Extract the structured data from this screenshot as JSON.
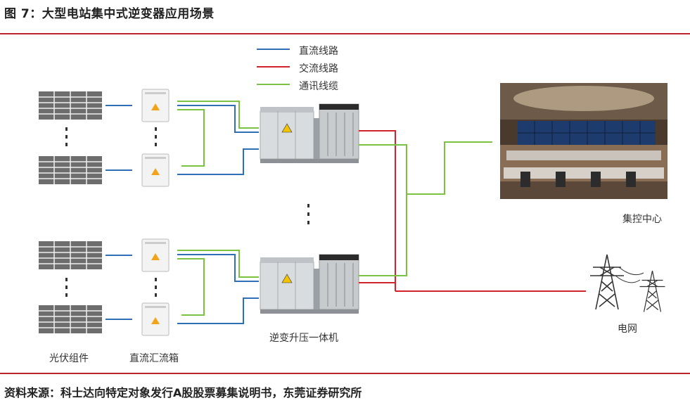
{
  "figure": {
    "title": "图 7：大型电站集中式逆变器应用场景",
    "source": "资料来源：科士达向特定对象发行A股股票募集说明书，东莞证券研究所"
  },
  "legend": [
    {
      "label": "直流线路",
      "color": "#2e6fb8"
    },
    {
      "label": "交流线路",
      "color": "#d2232a"
    },
    {
      "label": "通讯线缆",
      "color": "#7cc242"
    }
  ],
  "labels": {
    "pv_modules": "光伏组件",
    "combiner_box": "直流汇流箱",
    "inverter_station": "逆变升压一体机",
    "control_center": "集控中心",
    "grid": "电网"
  },
  "colors": {
    "dc": "#2e6fb8",
    "ac": "#d2232a",
    "comm": "#7cc242",
    "accent_rule": "#b8262c"
  }
}
